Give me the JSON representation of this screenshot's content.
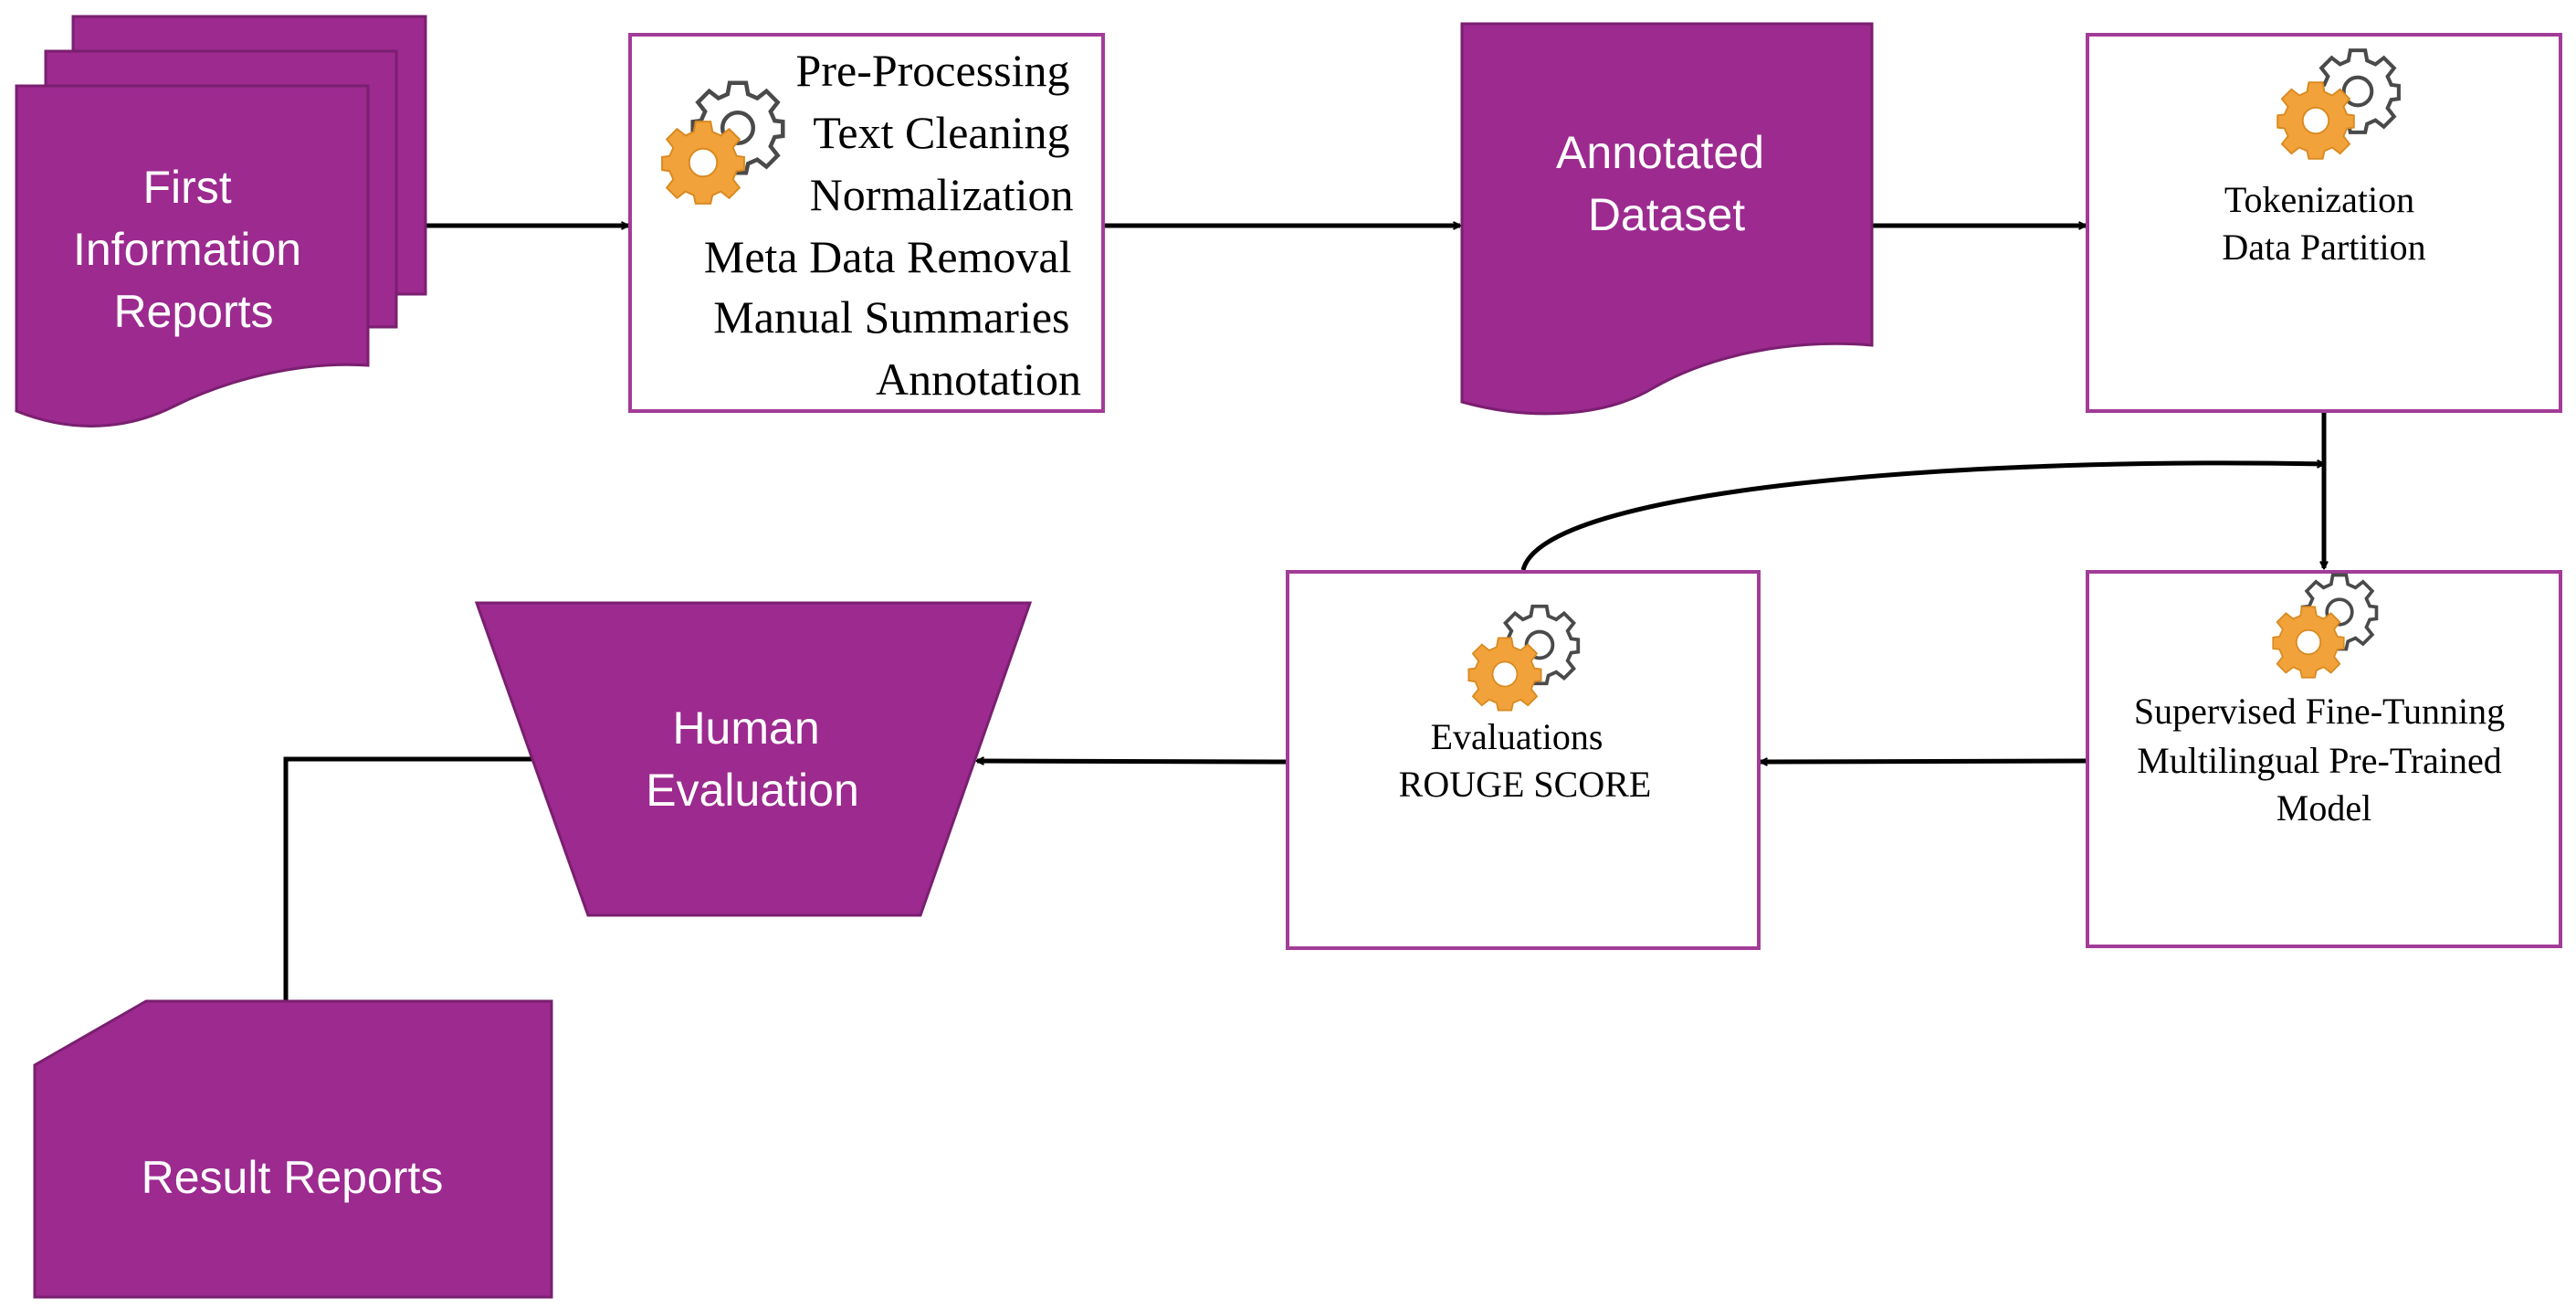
{
  "colors": {
    "shape_fill": "#9c2a8f",
    "box_border": "#a23c98",
    "gear_orange": "#f2a23a",
    "gear_outline": "#4a4a4a",
    "arrow": "#000000",
    "shape_text": "#ffffff",
    "box_text": "#000000"
  },
  "nodes": {
    "fir": {
      "lines": [
        "First",
        "Information",
        "Reports"
      ]
    },
    "preprocess": {
      "lines": [
        "Pre-Processing",
        "Text Cleaning",
        "Normalization",
        "Meta Data Removal",
        "Manual Summaries",
        "Annotation"
      ],
      "icon": "gears-icon"
    },
    "annotated": {
      "lines": [
        "Annotated",
        "Dataset"
      ]
    },
    "tokenize": {
      "lines": [
        "Tokenization",
        "Data Partition"
      ],
      "icon": "gears-icon"
    },
    "finetune": {
      "lines": [
        "Supervised Fine-Tunning",
        "Multilingual Pre-Trained",
        "Model"
      ],
      "icon": "gears-icon"
    },
    "evaluate": {
      "lines": [
        "Evaluations",
        "ROUGE SCORE"
      ],
      "icon": "gears-icon"
    },
    "human": {
      "lines": [
        "Human",
        "Evaluation"
      ]
    },
    "result": {
      "lines": [
        "Result Reports"
      ]
    }
  },
  "edges": [
    {
      "from": "fir",
      "to": "preprocess"
    },
    {
      "from": "preprocess",
      "to": "annotated"
    },
    {
      "from": "annotated",
      "to": "tokenize"
    },
    {
      "from": "tokenize",
      "to": "finetune"
    },
    {
      "from": "finetune",
      "to": "evaluate"
    },
    {
      "from": "evaluate",
      "to": "tokenize"
    },
    {
      "from": "evaluate",
      "to": "human"
    },
    {
      "from": "human",
      "to": "result"
    }
  ]
}
